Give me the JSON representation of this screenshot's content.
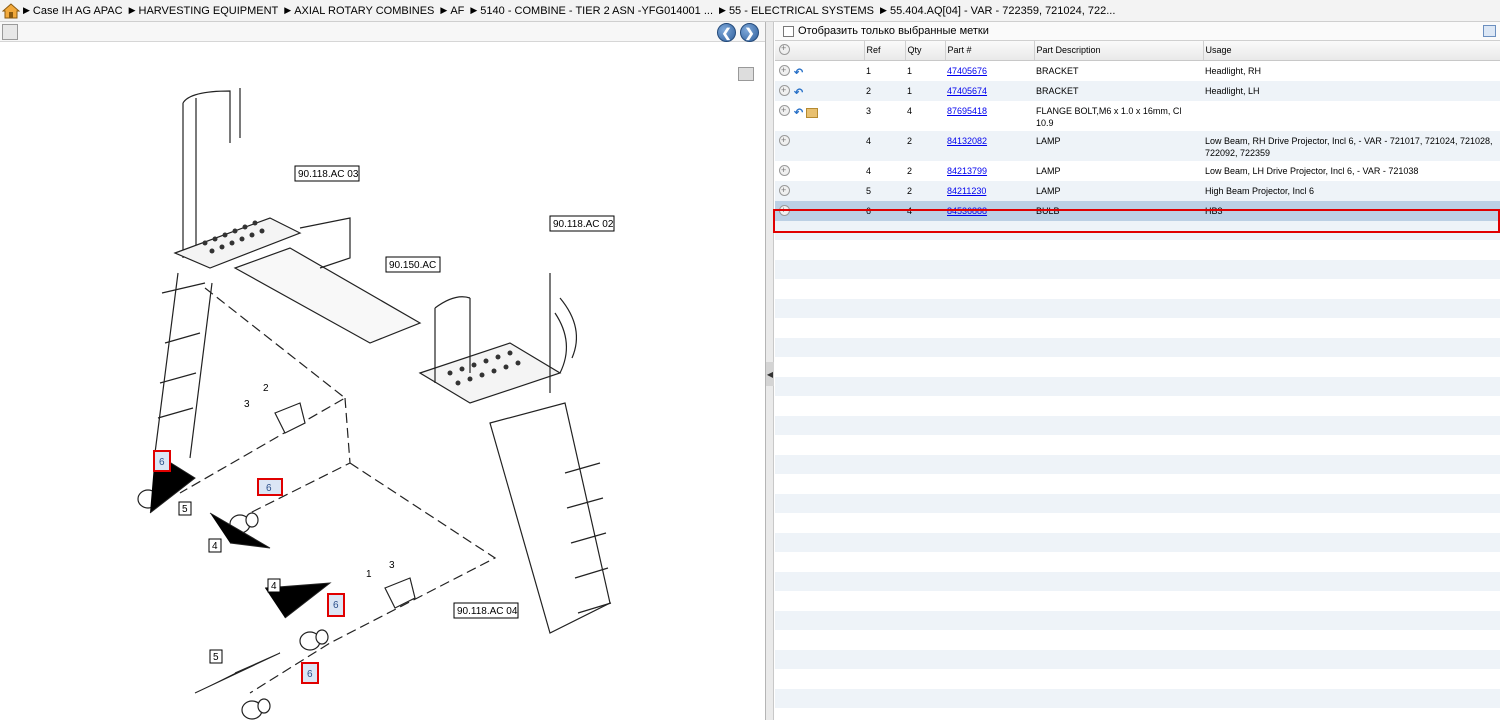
{
  "breadcrumb": [
    "Case IH AG APAC",
    "HARVESTING EQUIPMENT",
    "AXIAL ROTARY COMBINES",
    "AF",
    "5140 - COMBINE - TIER 2 ASN -YFG014001 ...",
    "55 - ELECTRICAL SYSTEMS",
    "55.404.AQ[04] - VAR - 722359, 721024, 722..."
  ],
  "icons": {
    "home": "home-icon",
    "back": "arrow-left-icon",
    "forward": "arrow-right-icon",
    "export": "export-icon",
    "expand_row": "plus-circle-icon",
    "return": "return-arrow-icon",
    "package": "box-icon"
  },
  "filter": {
    "label": "Отобразить только выбранные метки"
  },
  "table": {
    "headers": {
      "ref": "Ref",
      "qty": "Qty",
      "part": "Part #",
      "desc": "Part Description",
      "usage": "Usage"
    },
    "rows": [
      {
        "ref": "1",
        "qty": "1",
        "part": "47405676",
        "desc": "BRACKET",
        "usage": "Headlight, RH",
        "return": true,
        "box": false
      },
      {
        "ref": "2",
        "qty": "1",
        "part": "47405674",
        "desc": "BRACKET",
        "usage": "Headlight, LH",
        "return": true,
        "box": false
      },
      {
        "ref": "3",
        "qty": "4",
        "part": "87695418",
        "desc": "FLANGE BOLT,M6 x 1.0 x 16mm, Cl 10.9",
        "usage": "",
        "return": true,
        "box": true
      },
      {
        "ref": "4",
        "qty": "2",
        "part": "84132082",
        "desc": "LAMP",
        "usage": "Low Beam, RH Drive Projector, Incl 6, - VAR - 721017, 721024, 721028, 722092, 722359",
        "return": false,
        "box": false
      },
      {
        "ref": "4",
        "qty": "2",
        "part": "84213799",
        "desc": "LAMP",
        "usage": "Low Beam, LH Drive Projector, Incl 6, - VAR - 721038",
        "return": false,
        "box": false
      },
      {
        "ref": "5",
        "qty": "2",
        "part": "84211230",
        "desc": "LAMP",
        "usage": "High Beam Projector, Incl 6",
        "return": false,
        "box": false
      },
      {
        "ref": "6",
        "qty": "4",
        "part": "84536888",
        "desc": "BULB",
        "usage": "HB3",
        "return": false,
        "box": false,
        "selected": true
      }
    ]
  },
  "diagram": {
    "callouts": [
      "90.118.AC 03",
      "90.118.AC 02",
      "90.150.AC",
      "90.118.AC 04"
    ],
    "refs": {
      "r1": "1",
      "r2": "2",
      "r3": "3",
      "r4": "4",
      "r5": "5",
      "r6": "6"
    },
    "highlight_color": "#e00000"
  }
}
